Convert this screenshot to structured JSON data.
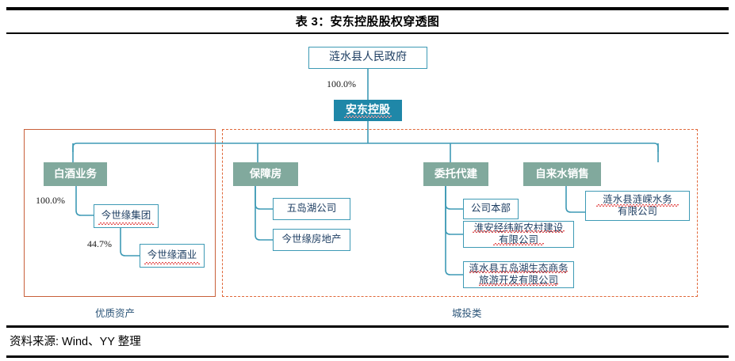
{
  "title": "表 3：安东控股股权穿透图",
  "footer": "资料来源: Wind、YY 整理",
  "colors": {
    "primary_fill": "#1F87A8",
    "segment_fill": "#81A99D",
    "box_border": "#3E9AB5",
    "box_text": "#1F3F63",
    "frame_solid": "#C8603A",
    "frame_dashed": "#E0683A",
    "caption_text": "#2B5478",
    "rule": "#000000",
    "spellcheck": "#E34D4D"
  },
  "groups": {
    "quality": {
      "caption": "优质资产"
    },
    "urban": {
      "caption": "城投类"
    }
  },
  "nodes": {
    "government": "涟水县人民政府",
    "holding": "安东控股",
    "liquor_segment": "白酒业务",
    "jinshiyuan_group": "今世缘集团",
    "jinshiyuan_liquor": "今世缘酒业",
    "housing_segment": "保障房",
    "wudaohu": "五岛湖公司",
    "jinshiyuan_realestate": "今世缘房地产",
    "construction_segment": "委托代建",
    "headquarters": "公司本部",
    "huaian_jingwei": "淮安经纬新农村建设\n有限公司",
    "lianshui_wudaohu_tourism": "涟水县五岛湖生态商务\n旅游开发有限公司",
    "water_segment": "自来水销售",
    "lianrong_water": "涟水县涟嵘水务\n有限公司"
  },
  "edges": {
    "gov_to_holding": "100.0%",
    "liquor_to_group": "100.0%",
    "group_to_liquor_co": "44.7%"
  }
}
